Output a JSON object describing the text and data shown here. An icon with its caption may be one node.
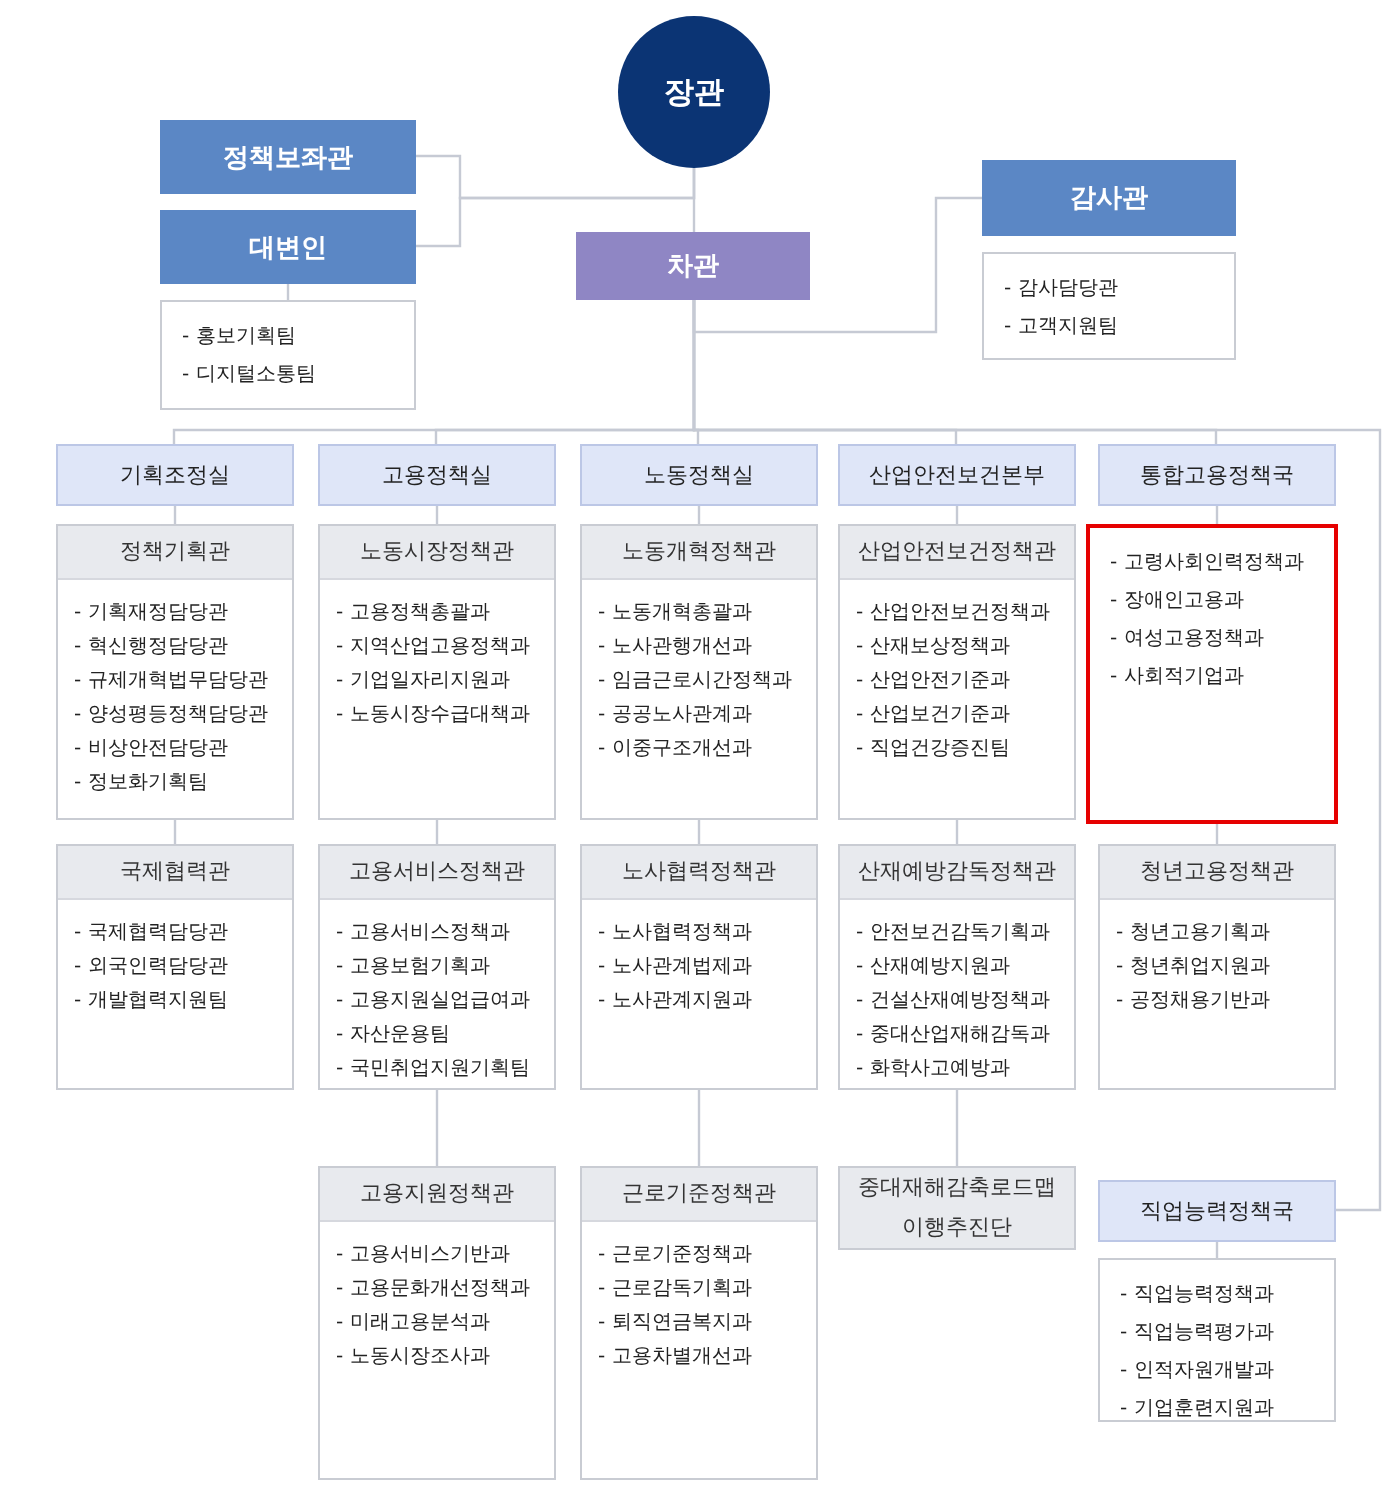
{
  "diagram": {
    "nodes": [
      {
        "text": [
          "장관"
        ]
      },
      {
        "text": [
          "정책보좌관"
        ]
      },
      {
        "text": [
          "대변인"
        ]
      },
      {
        "text": [
          "- 홍보기획팀",
          "- 디지털소통팀"
        ]
      },
      {
        "text": [
          "차관"
        ]
      },
      {
        "text": [
          "감사관"
        ]
      },
      {
        "text": [
          "- 감사담당관",
          "- 고객지원팀"
        ]
      },
      {
        "text": [
          "기획조정실"
        ]
      },
      {
        "text": [
          "고용정책실"
        ]
      },
      {
        "text": [
          "노동정책실"
        ]
      },
      {
        "text": [
          "산업안전보건본부"
        ]
      },
      {
        "text": [
          "통합고용정책국"
        ]
      },
      {
        "text": [
          "정책기획관",
          "- 기획재정담당관",
          "- 혁신행정담당관",
          "- 규제개혁법무담당관",
          "- 양성평등정책담당관",
          "- 비상안전담당관",
          "- 정보화기획팀"
        ]
      },
      {
        "text": [
          "노동시장정책관",
          "- 고용정책총괄과",
          "- 지역산업고용정책과",
          "- 기업일자리지원과",
          "- 노동시장수급대책과"
        ]
      },
      {
        "text": [
          "노동개혁정책관",
          "- 노동개혁총괄과",
          "- 노사관행개선과",
          "- 임금근로시간정책과",
          "- 공공노사관계과",
          "- 이중구조개선과"
        ]
      },
      {
        "text": [
          "산업안전보건정책관",
          "- 산업안전보건정책과",
          "- 산재보상정책과",
          "- 산업안전기준과",
          "- 산업보건기준과",
          "- 직업건강증진팀"
        ]
      },
      {
        "text": [
          "- 고령사회인력정책과",
          "- 장애인고용과",
          "- 여성고용정책과",
          "- 사회적기업과"
        ]
      },
      {
        "text": [
          "국제협력관",
          "- 국제협력담당관",
          "- 외국인력담당관",
          "- 개발협력지원팀"
        ]
      },
      {
        "text": [
          "고용서비스정책관",
          "- 고용서비스정책과",
          "- 고용보험기획과",
          "- 고용지원실업급여과",
          "- 자산운용팀",
          "- 국민취업지원기획팀"
        ]
      },
      {
        "text": [
          "노사협력정책관",
          "- 노사협력정책과",
          "- 노사관계법제과",
          "- 노사관계지원과"
        ]
      },
      {
        "text": [
          "산재예방감독정책관",
          "- 안전보건감독기획과",
          "- 산재예방지원과",
          "- 건설산재예방정책과",
          "- 중대산업재해감독과",
          "- 화학사고예방과"
        ]
      },
      {
        "text": [
          "청년고용정책관",
          "- 청년고용기획과",
          "- 청년취업지원과",
          "- 공정채용기반과"
        ]
      },
      {
        "text": [
          "고용지원정책관",
          "- 고용서비스기반과",
          "- 고용문화개선정책과",
          "- 미래고용분석과",
          "- 노동시장조사과"
        ]
      },
      {
        "text": [
          "근로기준정책관",
          "- 근로기준정책과",
          "- 근로감독기획과",
          "- 퇴직연금복지과",
          "- 고용차별개선과"
        ]
      },
      {
        "text": [
          "중대재해감축로드맵 이행추진단"
        ]
      },
      {
        "text": [
          "직업능력정책국"
        ]
      },
      {
        "text": [
          "- 직업능력정책과",
          "- 직업능력평가과",
          "- 인적자원개발과",
          "- 기업훈련지원과"
        ]
      }
    ],
    "edges": [
      {
        "from": 0,
        "to": 1,
        "arrow": "none"
      },
      {
        "from": 0,
        "to": 2,
        "arrow": "none"
      },
      {
        "from": 0,
        "to": 4,
        "arrow": "none"
      },
      {
        "from": 2,
        "to": 3,
        "arrow": "none"
      },
      {
        "from": 4,
        "to": 5,
        "arrow": "none"
      },
      {
        "from": 4,
        "to": 7,
        "arrow": "none"
      },
      {
        "from": 4,
        "to": 8,
        "arrow": "none"
      },
      {
        "from": 4,
        "to": 9,
        "arrow": "none"
      },
      {
        "from": 4,
        "to": 10,
        "arrow": "none"
      },
      {
        "from": 4,
        "to": 11,
        "arrow": "none"
      },
      {
        "from": 4,
        "to": 25,
        "arrow": "none"
      },
      {
        "from": 7,
        "to": 12,
        "arrow": "none"
      },
      {
        "from": 12,
        "to": 17,
        "arrow": "none"
      },
      {
        "from": 8,
        "to": 13,
        "arrow": "none"
      },
      {
        "from": 13,
        "to": 18,
        "arrow": "none"
      },
      {
        "from": 18,
        "to": 22,
        "arrow": "none"
      },
      {
        "from": 9,
        "to": 14,
        "arrow": "none"
      },
      {
        "from": 14,
        "to": 19,
        "arrow": "none"
      },
      {
        "from": 19,
        "to": 23,
        "arrow": "none"
      },
      {
        "from": 10,
        "to": 15,
        "arrow": "none"
      },
      {
        "from": 15,
        "to": 20,
        "arrow": "none"
      },
      {
        "from": 20,
        "to": 24,
        "arrow": "none"
      },
      {
        "from": 11,
        "to": 16,
        "arrow": "none"
      },
      {
        "from": 16,
        "to": 21,
        "arrow": "none"
      },
      {
        "from": 25,
        "to": 26,
        "arrow": "none"
      }
    ]
  }
}
